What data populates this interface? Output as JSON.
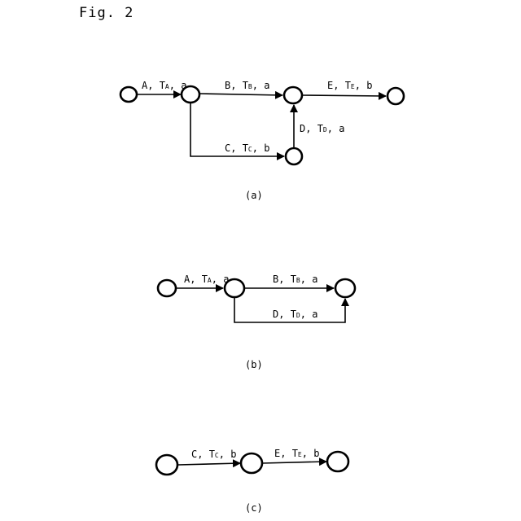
{
  "figure": {
    "title": "Fig. 2"
  },
  "colors": {
    "stroke": "#000000",
    "background": "#ffffff"
  },
  "panels": [
    {
      "caption": "(a)",
      "edges": [
        {
          "activity": "A",
          "time": "T",
          "time_sub": "A",
          "resource": "a"
        },
        {
          "activity": "B",
          "time": "T",
          "time_sub": "B",
          "resource": "a"
        },
        {
          "activity": "E",
          "time": "T",
          "time_sub": "E",
          "resource": "b"
        },
        {
          "activity": "D",
          "time": "T",
          "time_sub": "D",
          "resource": "a"
        },
        {
          "activity": "C",
          "time": "T",
          "time_sub": "C",
          "resource": "b"
        }
      ]
    },
    {
      "caption": "(b)",
      "edges": [
        {
          "activity": "A",
          "time": "T",
          "time_sub": "A",
          "resource": "a"
        },
        {
          "activity": "B",
          "time": "T",
          "time_sub": "B",
          "resource": "a"
        },
        {
          "activity": "D",
          "time": "T",
          "time_sub": "D",
          "resource": "a"
        }
      ]
    },
    {
      "caption": "(c)",
      "edges": [
        {
          "activity": "C",
          "time": "T",
          "time_sub": "C",
          "resource": "b"
        },
        {
          "activity": "E",
          "time": "T",
          "time_sub": "E",
          "resource": "b"
        }
      ]
    }
  ]
}
